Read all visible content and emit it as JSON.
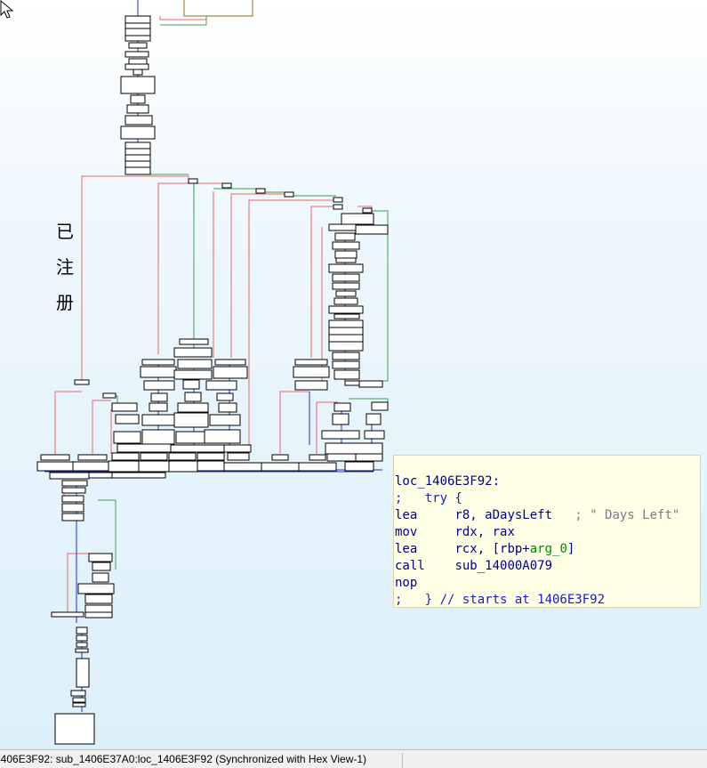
{
  "graph": {
    "annotation_chars": [
      "已",
      "注",
      "册"
    ]
  },
  "hint": {
    "lines": [
      [
        {
          "t": "loc_1406E3F92:",
          "c": "lbl"
        }
      ],
      [
        {
          "t": ";   ",
          "c": "kw"
        },
        {
          "t": "try {",
          "c": "kw"
        }
      ],
      [
        {
          "t": "lea     ",
          "c": "mnem"
        },
        {
          "t": "r8, aDaysLeft",
          "c": "ops"
        },
        {
          "t": "   ; \" Days Left\"",
          "c": "cmt"
        }
      ],
      [
        {
          "t": "mov     ",
          "c": "mnem"
        },
        {
          "t": "rdx, rax",
          "c": "ops"
        }
      ],
      [
        {
          "t": "lea     ",
          "c": "mnem"
        },
        {
          "t": "rcx, [rbp+",
          "c": "ops"
        },
        {
          "t": "arg_0",
          "c": "arg"
        },
        {
          "t": "]",
          "c": "ops"
        }
      ],
      [
        {
          "t": "call    ",
          "c": "mnem"
        },
        {
          "t": "sub_14000A079",
          "c": "ops"
        }
      ],
      [
        {
          "t": "nop",
          "c": "mnem"
        }
      ],
      [
        {
          "t": ";   } // starts at 1406E3F92",
          "c": "kw"
        }
      ]
    ]
  },
  "status": {
    "text": "1406E3F92: sub_1406E37A0:loc_1406E3F92 (Synchronized with Hex View-1)"
  },
  "colors": {
    "edge_false": "#e8666a",
    "edge_true": "#3aa04a",
    "edge_normal": "#1d2fd0",
    "hint_bg": "#ffffe6"
  }
}
